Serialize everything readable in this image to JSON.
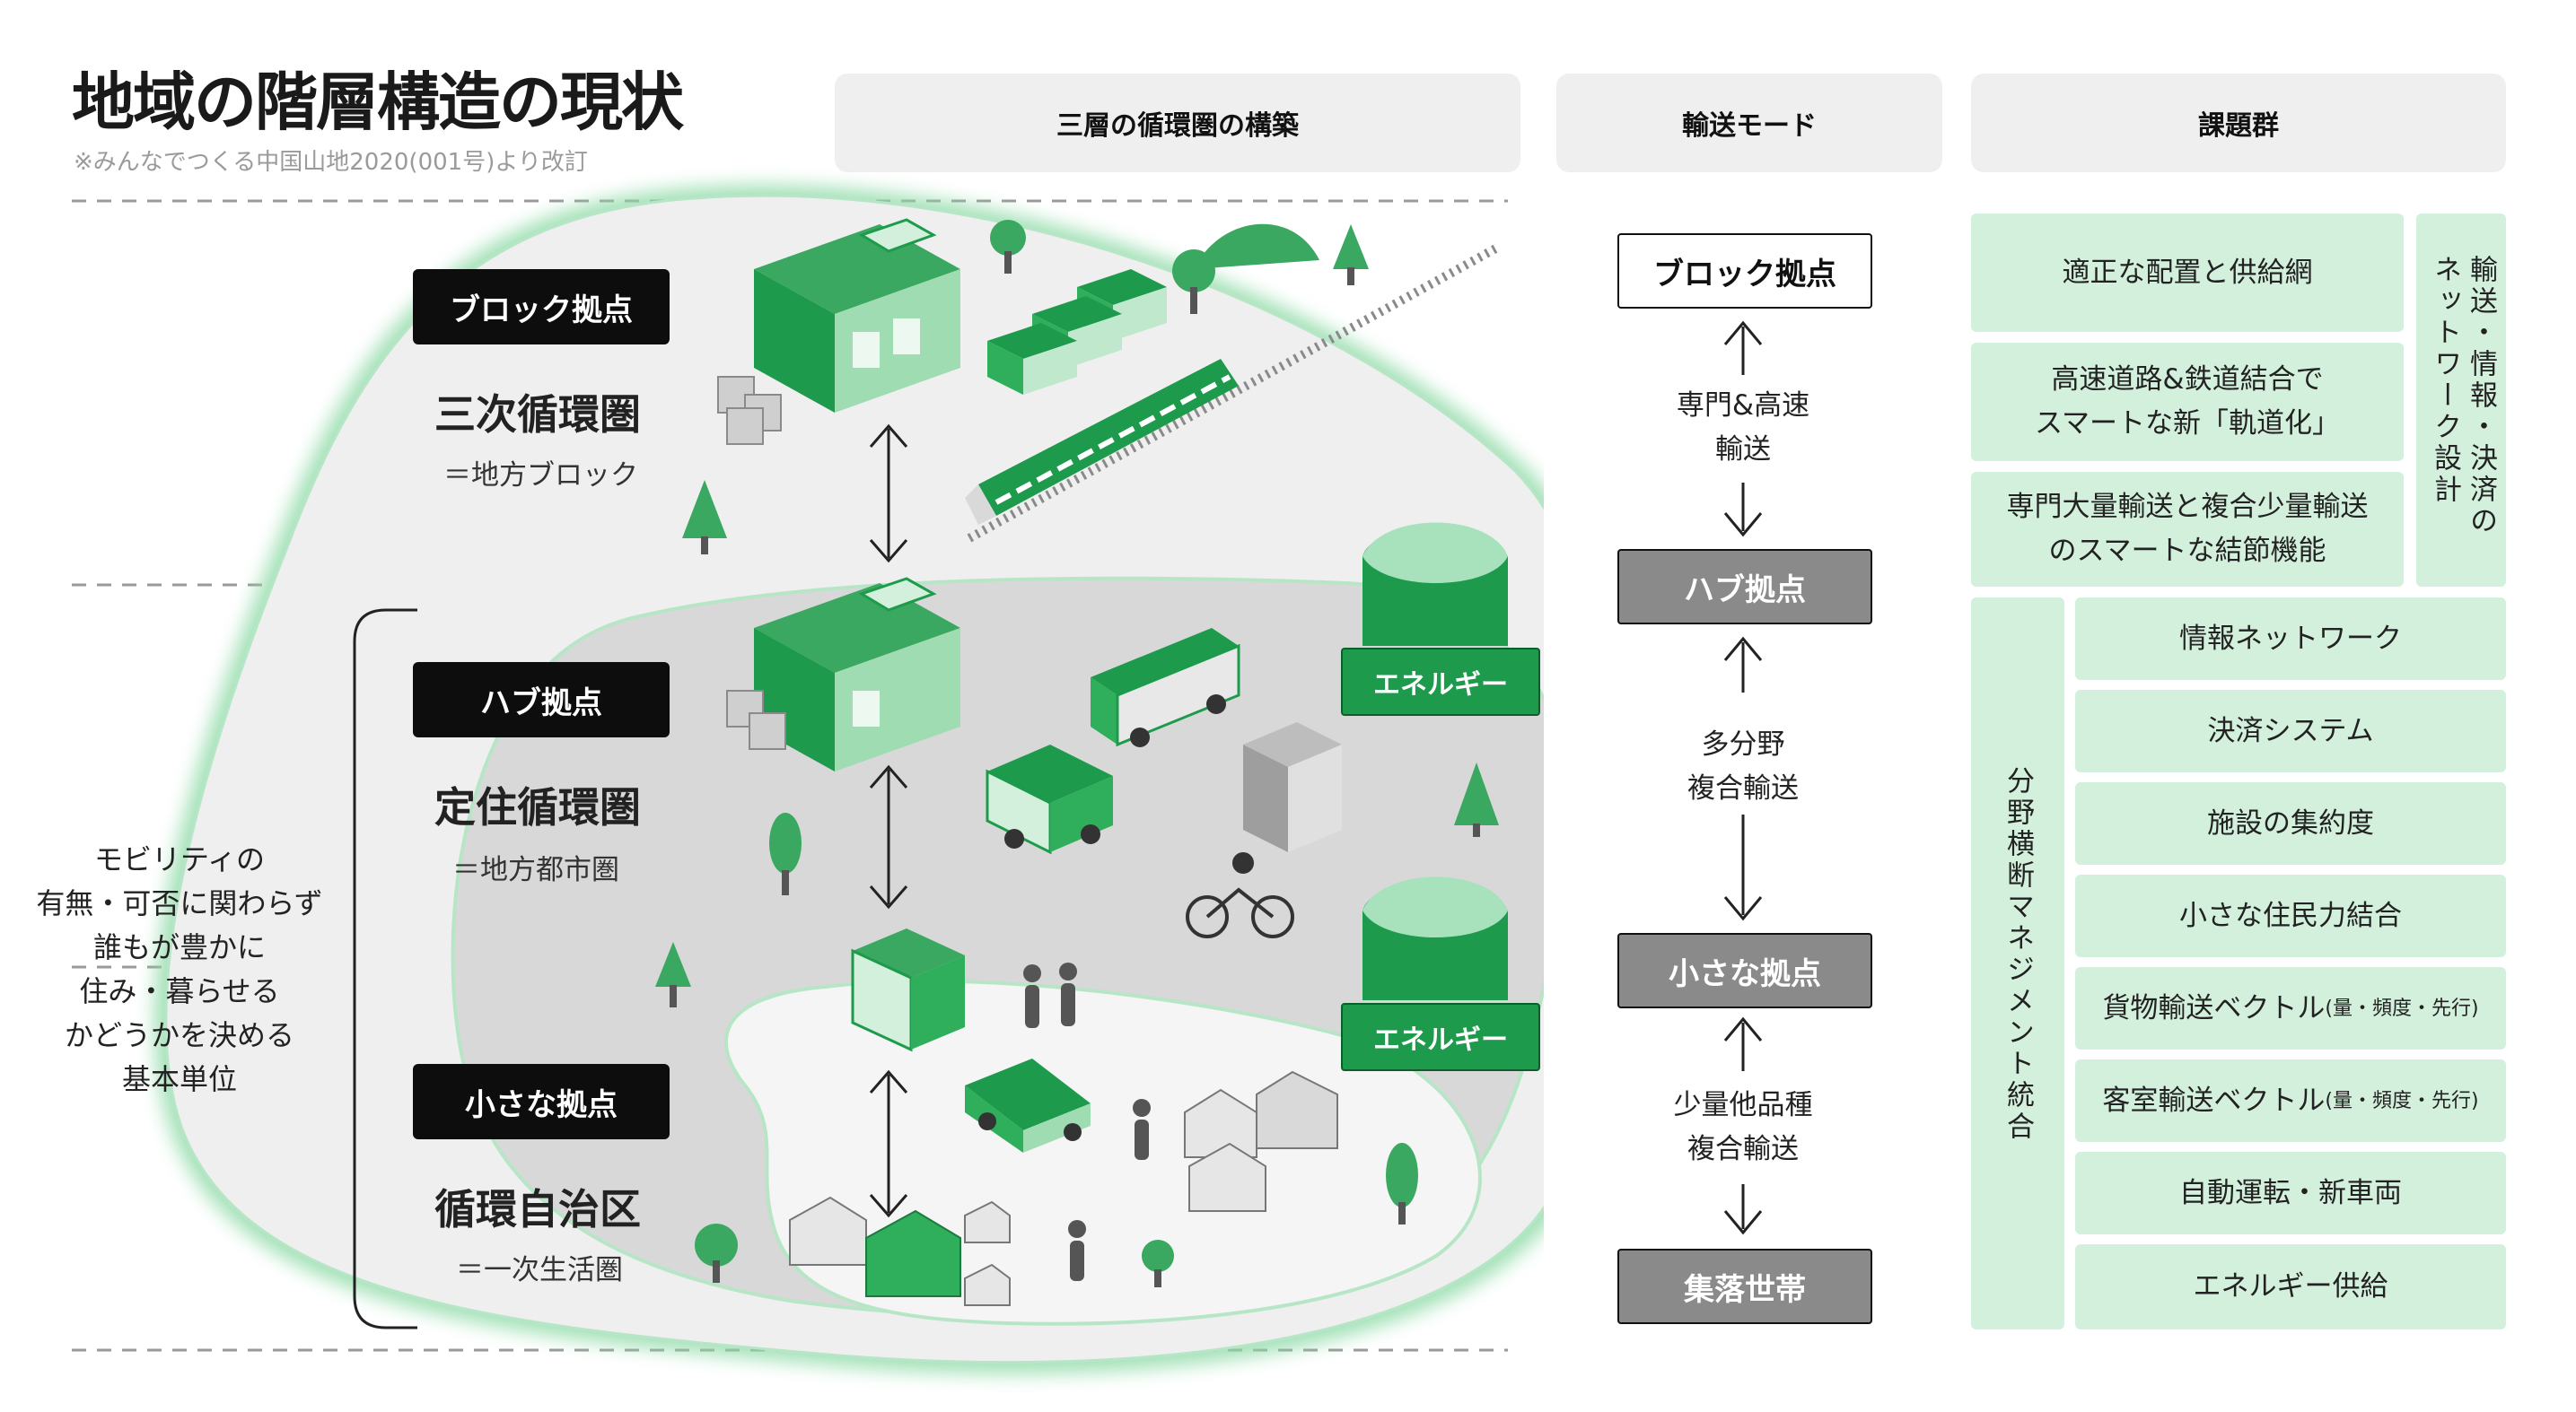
{
  "title": "地域の階層構造の現状",
  "note": "※みんなでつくる中国山地2020(001号)より改訂",
  "headers": {
    "structure": "三層の循環圏の構築",
    "transport": "輸送モード",
    "issues": "課題群"
  },
  "zones": [
    {
      "tag": "ブロック拠点",
      "name": "三次循環圏",
      "sub": "＝地方ブロック"
    },
    {
      "tag": "ハブ拠点",
      "name": "定住循環圏",
      "sub": "＝地方都市圏"
    },
    {
      "tag": "小さな拠点",
      "name": "循環自治区",
      "sub": "＝一次生活圏"
    }
  ],
  "energy_label": "エネルギー",
  "side_text": [
    "モビリティの",
    "有無・可否に関わらず",
    "誰もが豊かに",
    "住み・暮らせる",
    "かどうかを決める",
    "基本単位"
  ],
  "modes": {
    "nodes": [
      "ブロック拠点",
      "ハブ拠点",
      "小さな拠点",
      "集落世帯"
    ],
    "links": [
      [
        "専門&高速",
        "輸送"
      ],
      [
        "多分野",
        "複合輸送"
      ],
      [
        "少量他品種",
        "複合輸送"
      ]
    ]
  },
  "issues": {
    "group1": {
      "title": "輸送・情報・決済のネットワーク設計",
      "col_right": "輸送・情報・決済の",
      "col_left": "ネットワーク設計",
      "items": [
        [
          "適正な配置と供給網"
        ],
        [
          "高速道路&鉄道結合で",
          "スマートな新「軌道化」"
        ],
        [
          "専門大量輸送と複合少量輸送",
          "のスマートな結節機能"
        ]
      ]
    },
    "group2": {
      "title": "分野横断マネジメント統合",
      "items": [
        {
          "main": "情報ネットワーク",
          "small": ""
        },
        {
          "main": "決済システム",
          "small": ""
        },
        {
          "main": "施設の集約度",
          "small": ""
        },
        {
          "main": "小さな住民力結合",
          "small": ""
        },
        {
          "main": "貨物輸送ベクトル",
          "small": "(量・頻度・先行)"
        },
        {
          "main": "客室輸送ベクトル",
          "small": "(量・頻度・先行)"
        },
        {
          "main": "自動運転・新車両",
          "small": ""
        },
        {
          "main": "エネルギー供給",
          "small": ""
        }
      ]
    }
  },
  "colors": {
    "accent": "#1d9a4c",
    "card": "#d3f0dc",
    "header": "#efefef",
    "node_gray": "#8a8a8a"
  }
}
